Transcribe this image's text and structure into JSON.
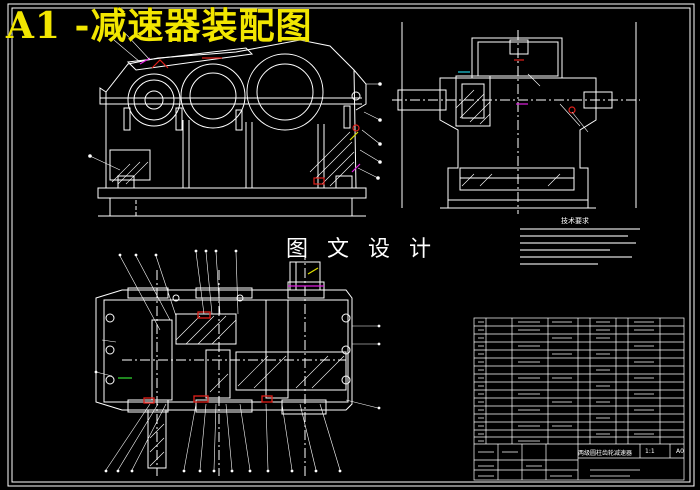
{
  "drawing": {
    "title": "A1 -减速器装配图",
    "watermark": "图 文 设 计",
    "notes_title": "技术要求",
    "title_block": {
      "name": "两级圆柱齿轮减速器",
      "scale": "1:1",
      "sheet_size": "A0"
    }
  },
  "colors": {
    "background": "#000000",
    "line": "#ffffff",
    "title_text": "#f2e600",
    "accent_red": "#e0201a",
    "accent_magenta": "#e020e0",
    "accent_yellow": "#e0e000",
    "accent_cyan": "#20d0e0",
    "accent_green": "#30d030"
  }
}
